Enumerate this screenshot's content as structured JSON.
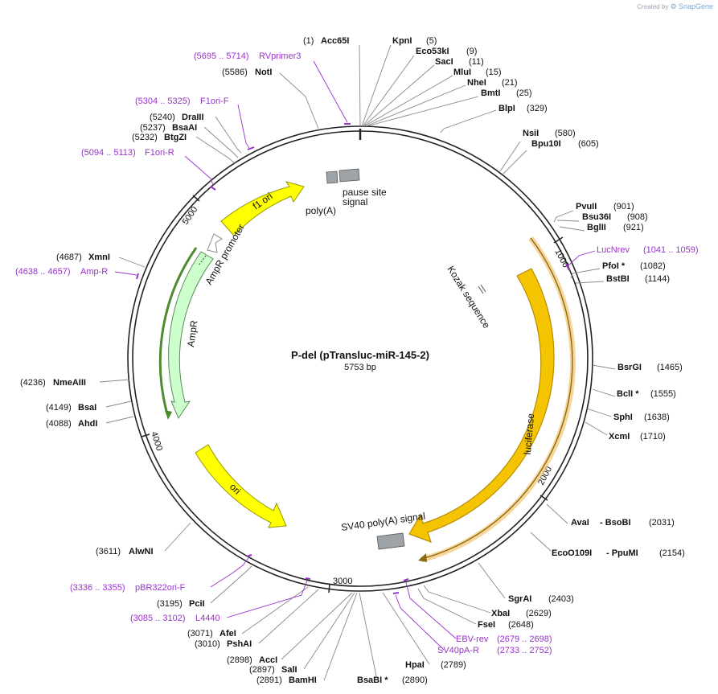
{
  "credit": {
    "prefix": "Created by",
    "brand": "SnapGene"
  },
  "plasmid": {
    "name": "P-del (pTransluc-miR-145-2)",
    "length_label": "5753 bp",
    "length": 5753
  },
  "tick_labels": [
    "1000",
    "2000",
    "3000",
    "4000",
    "5000"
  ],
  "colors": {
    "luciferase": "#F5C400",
    "luciferase_edge": "#C69A00",
    "yellow": "#FFFF00",
    "amp": "#CCFFCC",
    "amp_edge": "#5A8A5A",
    "primer": "#9932CC",
    "grey_box": "#9EA3A8",
    "lucnrev_glow": "#F2C46F"
  },
  "features": {
    "f1_ori": "f1 ori",
    "ampr_promoter": "AmpR promoter",
    "ampr": "AmpR",
    "ori": "ori",
    "luciferase": "luciferase",
    "kozak": "Kozak sequence",
    "sv40_polya": "SV40 poly(A) signal",
    "pause_site_1": "pause site",
    "pause_site_2": "signal",
    "polya": "poly(A)"
  },
  "sites": [
    {
      "id": "acc65i",
      "name": "Acc65I",
      "pos": "(1)"
    },
    {
      "id": "kpni",
      "name": "KpnI",
      "pos": "(5)"
    },
    {
      "id": "eco53ki",
      "name": "Eco53kI",
      "pos": "(9)"
    },
    {
      "id": "saci",
      "name": "SacI",
      "pos": "(11)"
    },
    {
      "id": "mlui",
      "name": "MluI",
      "pos": "(15)"
    },
    {
      "id": "nhei",
      "name": "NheI",
      "pos": "(21)"
    },
    {
      "id": "bmti",
      "name": "BmtI",
      "pos": "(25)"
    },
    {
      "id": "blpi",
      "name": "BlpI",
      "pos": "(329)"
    },
    {
      "id": "nsii",
      "name": "NsiI",
      "pos": "(580)"
    },
    {
      "id": "bpu10i",
      "name": "Bpu10I",
      "pos": "(605)"
    },
    {
      "id": "pvuii",
      "name": "PvuII",
      "pos": "(901)"
    },
    {
      "id": "bsu36i",
      "name": "Bsu36I",
      "pos": "(908)"
    },
    {
      "id": "bglii",
      "name": "BglII",
      "pos": "(921)"
    },
    {
      "id": "pfoi",
      "name": "PfoI *",
      "pos": "(1082)"
    },
    {
      "id": "bstbi",
      "name": "BstBI",
      "pos": "(1144)"
    },
    {
      "id": "bsrgi",
      "name": "BsrGI",
      "pos": "(1465)"
    },
    {
      "id": "bcli",
      "name": "BclI *",
      "pos": "(1555)"
    },
    {
      "id": "sphi",
      "name": "SphI",
      "pos": "(1638)"
    },
    {
      "id": "xcmi",
      "name": "XcmI",
      "pos": "(1710)"
    },
    {
      "id": "avai",
      "name": "AvaI",
      "pos": "(2031)"
    },
    {
      "id": "bsobi",
      "name": "-  BsoBI",
      "pos": ""
    },
    {
      "id": "eco0109i",
      "name": "EcoO109I",
      "pos": "(2154)"
    },
    {
      "id": "ppumi",
      "name": "-  PpuMI",
      "pos": ""
    },
    {
      "id": "sgrai",
      "name": "SgrAI",
      "pos": "(2403)"
    },
    {
      "id": "xbai",
      "name": "XbaI",
      "pos": "(2629)"
    },
    {
      "id": "fsei",
      "name": "FseI",
      "pos": "(2648)"
    },
    {
      "id": "hpai",
      "name": "HpaI",
      "pos": "(2789)"
    },
    {
      "id": "bsabi",
      "name": "BsaBI *",
      "pos": "(2890)"
    },
    {
      "id": "bamhi",
      "name": "BamHI",
      "pos": "(2891)"
    },
    {
      "id": "sali",
      "name": "SalI",
      "pos": "(2897)"
    },
    {
      "id": "acci",
      "name": "AccI",
      "pos": "(2898)"
    },
    {
      "id": "pshai",
      "name": "PshAI",
      "pos": "(3010)"
    },
    {
      "id": "afei",
      "name": "AfeI",
      "pos": "(3071)"
    },
    {
      "id": "pcii",
      "name": "PciI",
      "pos": "(3195)"
    },
    {
      "id": "alwni",
      "name": "AlwNI",
      "pos": "(3611)"
    },
    {
      "id": "ahdi",
      "name": "AhdI",
      "pos": "(4088)"
    },
    {
      "id": "bsai",
      "name": "BsaI",
      "pos": "(4149)"
    },
    {
      "id": "nmeaiii",
      "name": "NmeAIII",
      "pos": "(4236)"
    },
    {
      "id": "xmni",
      "name": "XmnI",
      "pos": "(4687)"
    },
    {
      "id": "btgzi",
      "name": "BtgZI",
      "pos": "(5232)"
    },
    {
      "id": "bsaai",
      "name": "BsaAI",
      "pos": "(5237)"
    },
    {
      "id": "draiii",
      "name": "DraIII",
      "pos": "(5240)"
    },
    {
      "id": "noti",
      "name": "NotI",
      "pos": "(5586)"
    }
  ],
  "primers": [
    {
      "id": "rvprimer3",
      "name": "RVprimer3",
      "range": "(5695 .. 5714)"
    },
    {
      "id": "f1ori-f",
      "name": "F1ori-F",
      "range": "(5304 .. 5325)"
    },
    {
      "id": "f1ori-r",
      "name": "F1ori-R",
      "range": "(5094 .. 5113)"
    },
    {
      "id": "lucnrev",
      "name": "LucNrev",
      "range": "(1041 .. 1059)"
    },
    {
      "id": "amp-r",
      "name": "Amp-R",
      "range": "(4638 .. 4657)"
    },
    {
      "id": "pbr322ori-f",
      "name": "pBR322ori-F",
      "range": "(3336 .. 3355)"
    },
    {
      "id": "l4440",
      "name": "L4440",
      "range": "(3085 .. 3102)"
    },
    {
      "id": "ebv-rev",
      "name": "EBV-rev",
      "range": "(2679 .. 2698)"
    },
    {
      "id": "sv40pa-r",
      "name": "SV40pA-R",
      "range": "(2733 .. 2752)"
    }
  ]
}
